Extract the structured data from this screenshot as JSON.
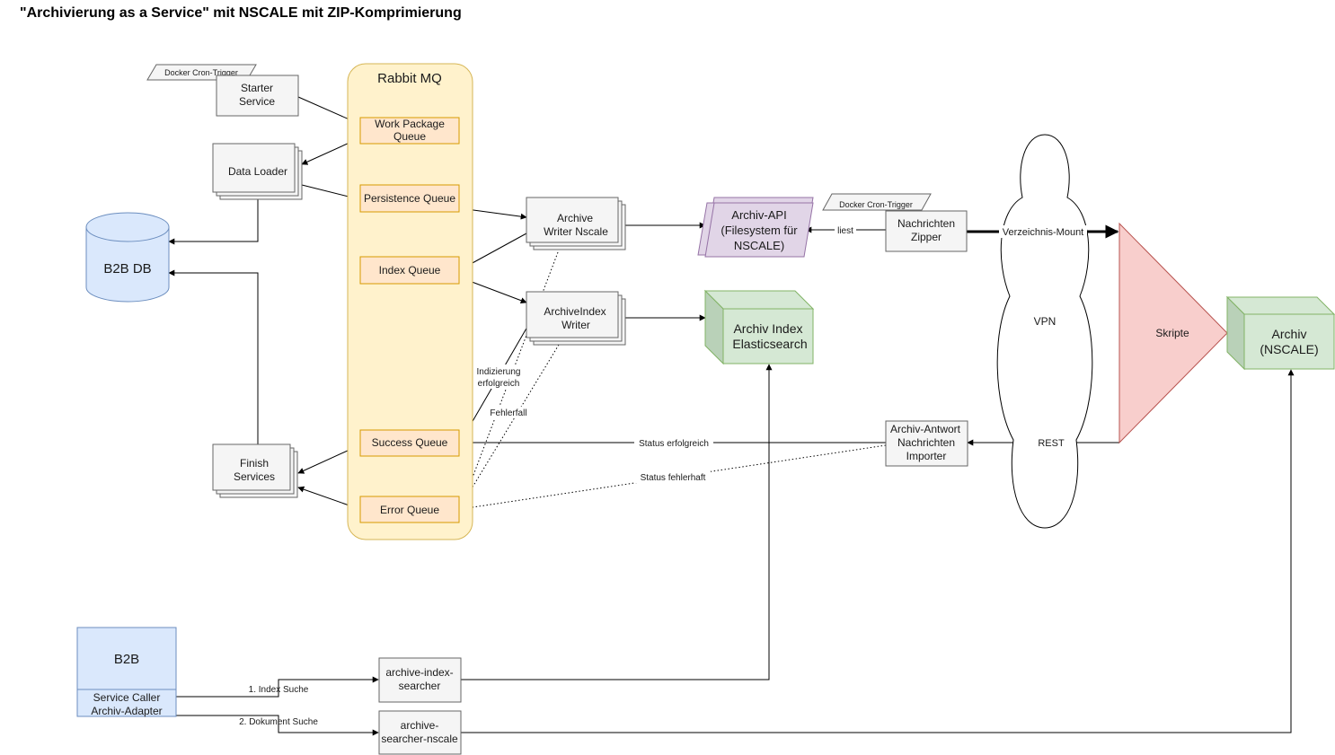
{
  "title": "\"Archivierung as a Service\" mit NSCALE mit ZIP-Komprimierung",
  "colors": {
    "rabbit_fill": "#fff2cc",
    "rabbit_stroke": "#d6b656",
    "queue_fill": "#ffe6cc",
    "queue_stroke": "#d79b00",
    "service_fill": "#f5f5f5",
    "service_stroke": "#666666",
    "db_fill": "#dae8fc",
    "db_stroke": "#6c8ebf",
    "green_fill": "#d5e8d4",
    "green_stroke": "#82b366",
    "purple_fill": "#e1d5e7",
    "purple_stroke": "#9673a6",
    "red_fill": "#f8cecc",
    "red_stroke": "#b85450"
  },
  "nodes": {
    "rabbit_mq": "Rabbit MQ",
    "docker_cron_1": "Docker Cron-Trigger",
    "starter_service": [
      "Starter",
      "Service"
    ],
    "data_loader": "Data Loader",
    "b2b_db": "B2B DB",
    "finish_services": [
      "Finish",
      "Services"
    ],
    "queues": {
      "work_package": [
        "Work Package",
        "Queue"
      ],
      "persistence": "Persistence Queue",
      "index": "Index Queue",
      "success": "Success Queue",
      "error": "Error Queue"
    },
    "archive_writer": [
      "Archive",
      "Writer Nscale"
    ],
    "archive_index_writer": [
      "ArchiveIndex",
      "Writer"
    ],
    "archiv_api": [
      "Archiv-API",
      "(Filesystem für",
      "NSCALE)"
    ],
    "archiv_index": [
      "Archiv Index",
      "Elasticsearch"
    ],
    "docker_cron_2": "Docker Cron-Trigger",
    "nachrichten_zipper": [
      "Nachrichten",
      "Zipper"
    ],
    "vpn": "VPN",
    "skripte": "Skripte",
    "archiv_nscale": [
      "Archiv",
      "(NSCALE)"
    ],
    "archiv_antwort": [
      "Archiv-Antwort",
      "Nachrichten",
      "Importer"
    ],
    "b2b": "B2B",
    "service_caller": [
      "Service Caller",
      "Archiv-Adapter"
    ],
    "archive_index_searcher": [
      "archive-index-",
      "searcher"
    ],
    "archive_searcher_nscale": [
      "archive-",
      "searcher-nscale"
    ]
  },
  "edge_labels": {
    "liest": "liest",
    "verzeichnis_mount": "Verzeichnis-Mount",
    "rest": "REST",
    "status_erfolgreich": "Status erfolgreich",
    "status_fehlerhaft": "Status fehlerhaft",
    "indizierung": [
      "Indizierung",
      "erfolgreich"
    ],
    "fehlerfall": "Fehlerfall",
    "index_suche": "1. Index Suche",
    "dokument_suche": "2. Dokument Suche"
  }
}
